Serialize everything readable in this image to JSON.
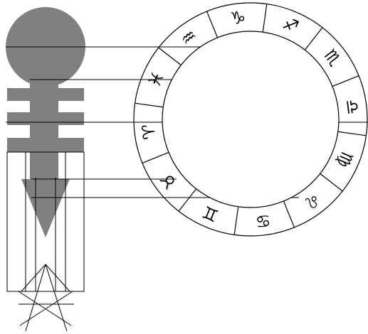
{
  "figure": {
    "fill_color": "#808080",
    "line_color": "#000000",
    "background": "#ffffff"
  },
  "zodiac_ring": {
    "signs": [
      {
        "name": "capricorn",
        "glyph": "♑"
      },
      {
        "name": "sagittarius",
        "glyph": "♐"
      },
      {
        "name": "scorpio",
        "glyph": "♏"
      },
      {
        "name": "libra",
        "glyph": "♎"
      },
      {
        "name": "virgo",
        "glyph": "♍"
      },
      {
        "name": "leo",
        "glyph": "♌"
      },
      {
        "name": "cancer",
        "glyph": "♋"
      },
      {
        "name": "gemini",
        "glyph": "♊"
      },
      {
        "name": "taurus",
        "glyph": "♉"
      },
      {
        "name": "aries",
        "glyph": "♈"
      },
      {
        "name": "pisces",
        "glyph": "♓"
      },
      {
        "name": "aquarius",
        "glyph": "♒"
      }
    ]
  }
}
